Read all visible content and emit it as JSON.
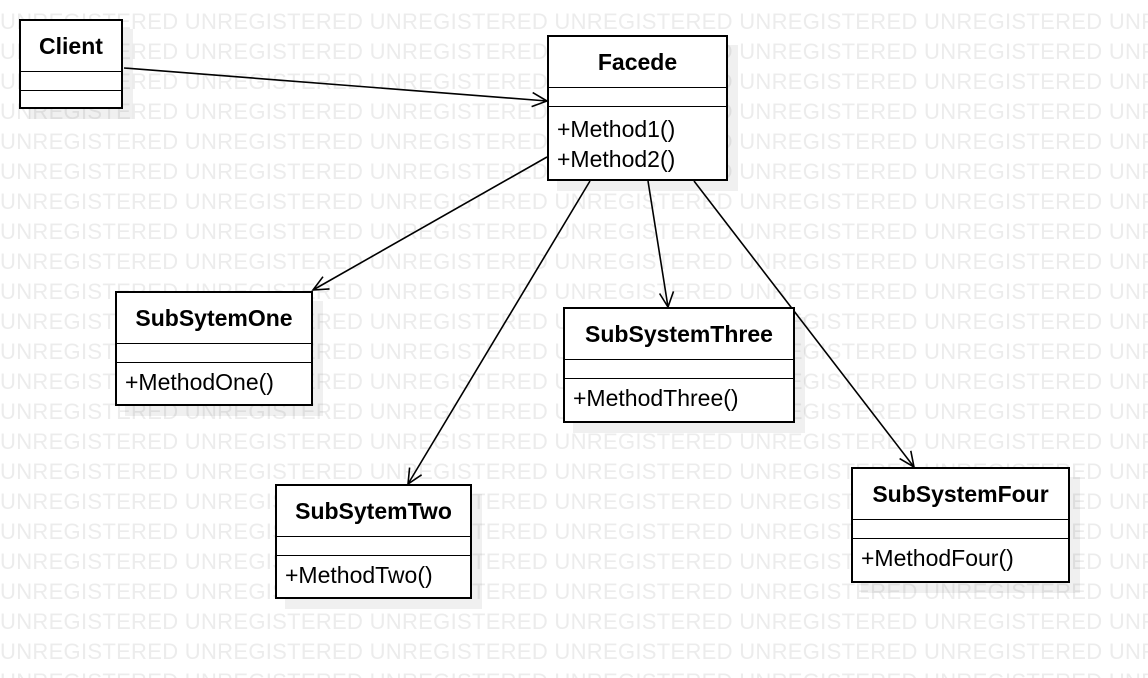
{
  "watermark_text": "UNREGISTERED",
  "classes": {
    "client": {
      "name": "Client",
      "operations": []
    },
    "facede": {
      "name": "Facede",
      "operations": [
        "+Method1()",
        "+Method2()"
      ]
    },
    "one": {
      "name": "SubSytemOne",
      "operations": [
        "+MethodOne()"
      ]
    },
    "two": {
      "name": "SubSytemTwo",
      "operations": [
        "+MethodTwo()"
      ]
    },
    "three": {
      "name": "SubSystemThree",
      "operations": [
        "+MethodThree()"
      ]
    },
    "four": {
      "name": "SubSystemFour",
      "operations": [
        "+MethodFour()"
      ]
    }
  },
  "relations": [
    {
      "from": "client",
      "to": "facede",
      "type": "association-navigable"
    },
    {
      "from": "facede",
      "to": "one",
      "type": "association-navigable"
    },
    {
      "from": "facede",
      "to": "two",
      "type": "association-navigable"
    },
    {
      "from": "facede",
      "to": "three",
      "type": "association-navigable"
    },
    {
      "from": "facede",
      "to": "four",
      "type": "association-navigable"
    }
  ],
  "colors": {
    "line": "#000000",
    "watermark": "#ececec",
    "background": "#ffffff"
  }
}
